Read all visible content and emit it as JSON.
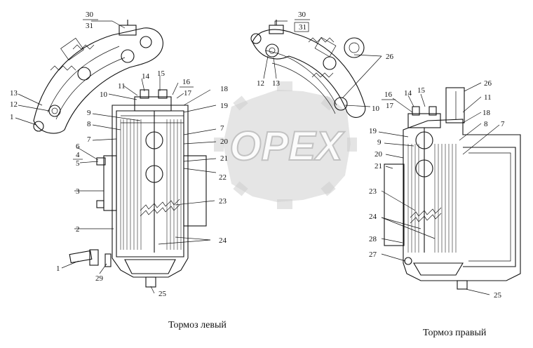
{
  "captions": {
    "left": "Тормоз левый",
    "right": "Тормоз правый"
  },
  "watermark": {
    "brand": "OPEX",
    "color": "#cfcfcf"
  },
  "left_brake_labels": {
    "n30": "30",
    "n31": "31",
    "n13": "13",
    "n12": "12",
    "n1a": "1",
    "n10": "10",
    "n11": "11",
    "n14": "14",
    "n15": "15",
    "n16": "16",
    "n17": "17",
    "n18": "18",
    "n9": "9",
    "n8": "8",
    "n7a": "7",
    "n6": "6",
    "n4": "4",
    "n5": "5",
    "n3": "3",
    "n2": "2",
    "n19": "19",
    "n7b": "7",
    "n20": "20",
    "n21": "21",
    "n22": "22",
    "n23": "23",
    "n24": "24",
    "n1b": "1",
    "n29": "29",
    "n25": "25"
  },
  "right_brake_labels": {
    "n30": "30",
    "n31": "31",
    "n26a": "26",
    "n12": "12",
    "n13": "13",
    "n10": "10",
    "n16": "16",
    "n17": "17",
    "n14": "14",
    "n15": "15",
    "n26b": "26",
    "n11": "11",
    "n18": "18",
    "n8": "8",
    "n7": "7",
    "n19": "19",
    "n9": "9",
    "n20": "20",
    "n21": "21",
    "n23": "23",
    "n24": "24",
    "n28": "28",
    "n27": "27",
    "n25": "25"
  }
}
